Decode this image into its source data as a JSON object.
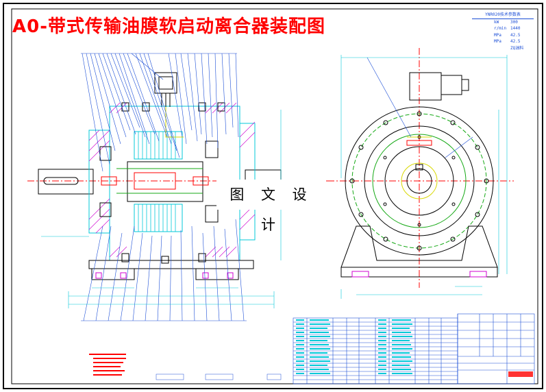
{
  "title": "A0-带式传输油膜软启动离合器装配图",
  "watermark": "图 文 设 计",
  "param_table": {
    "header": "YNR020技术参数表",
    "rows": [
      {
        "unit": "kW",
        "value": "300"
      },
      {
        "unit": "r/min",
        "value": "1440"
      },
      {
        "unit": "MPa",
        "value": "42.5"
      },
      {
        "unit": "MPa",
        "value": "42.5"
      },
      {
        "unit": "",
        "value": "ZQ油料"
      }
    ]
  },
  "colors": {
    "line_cyan": "#00c8d8",
    "line_blue": "#1a4dd6",
    "line_green": "#14a814",
    "line_red": "#ff0000",
    "line_yellow": "#d8d800",
    "line_magenta": "#d000d0",
    "outline": "#000000"
  }
}
